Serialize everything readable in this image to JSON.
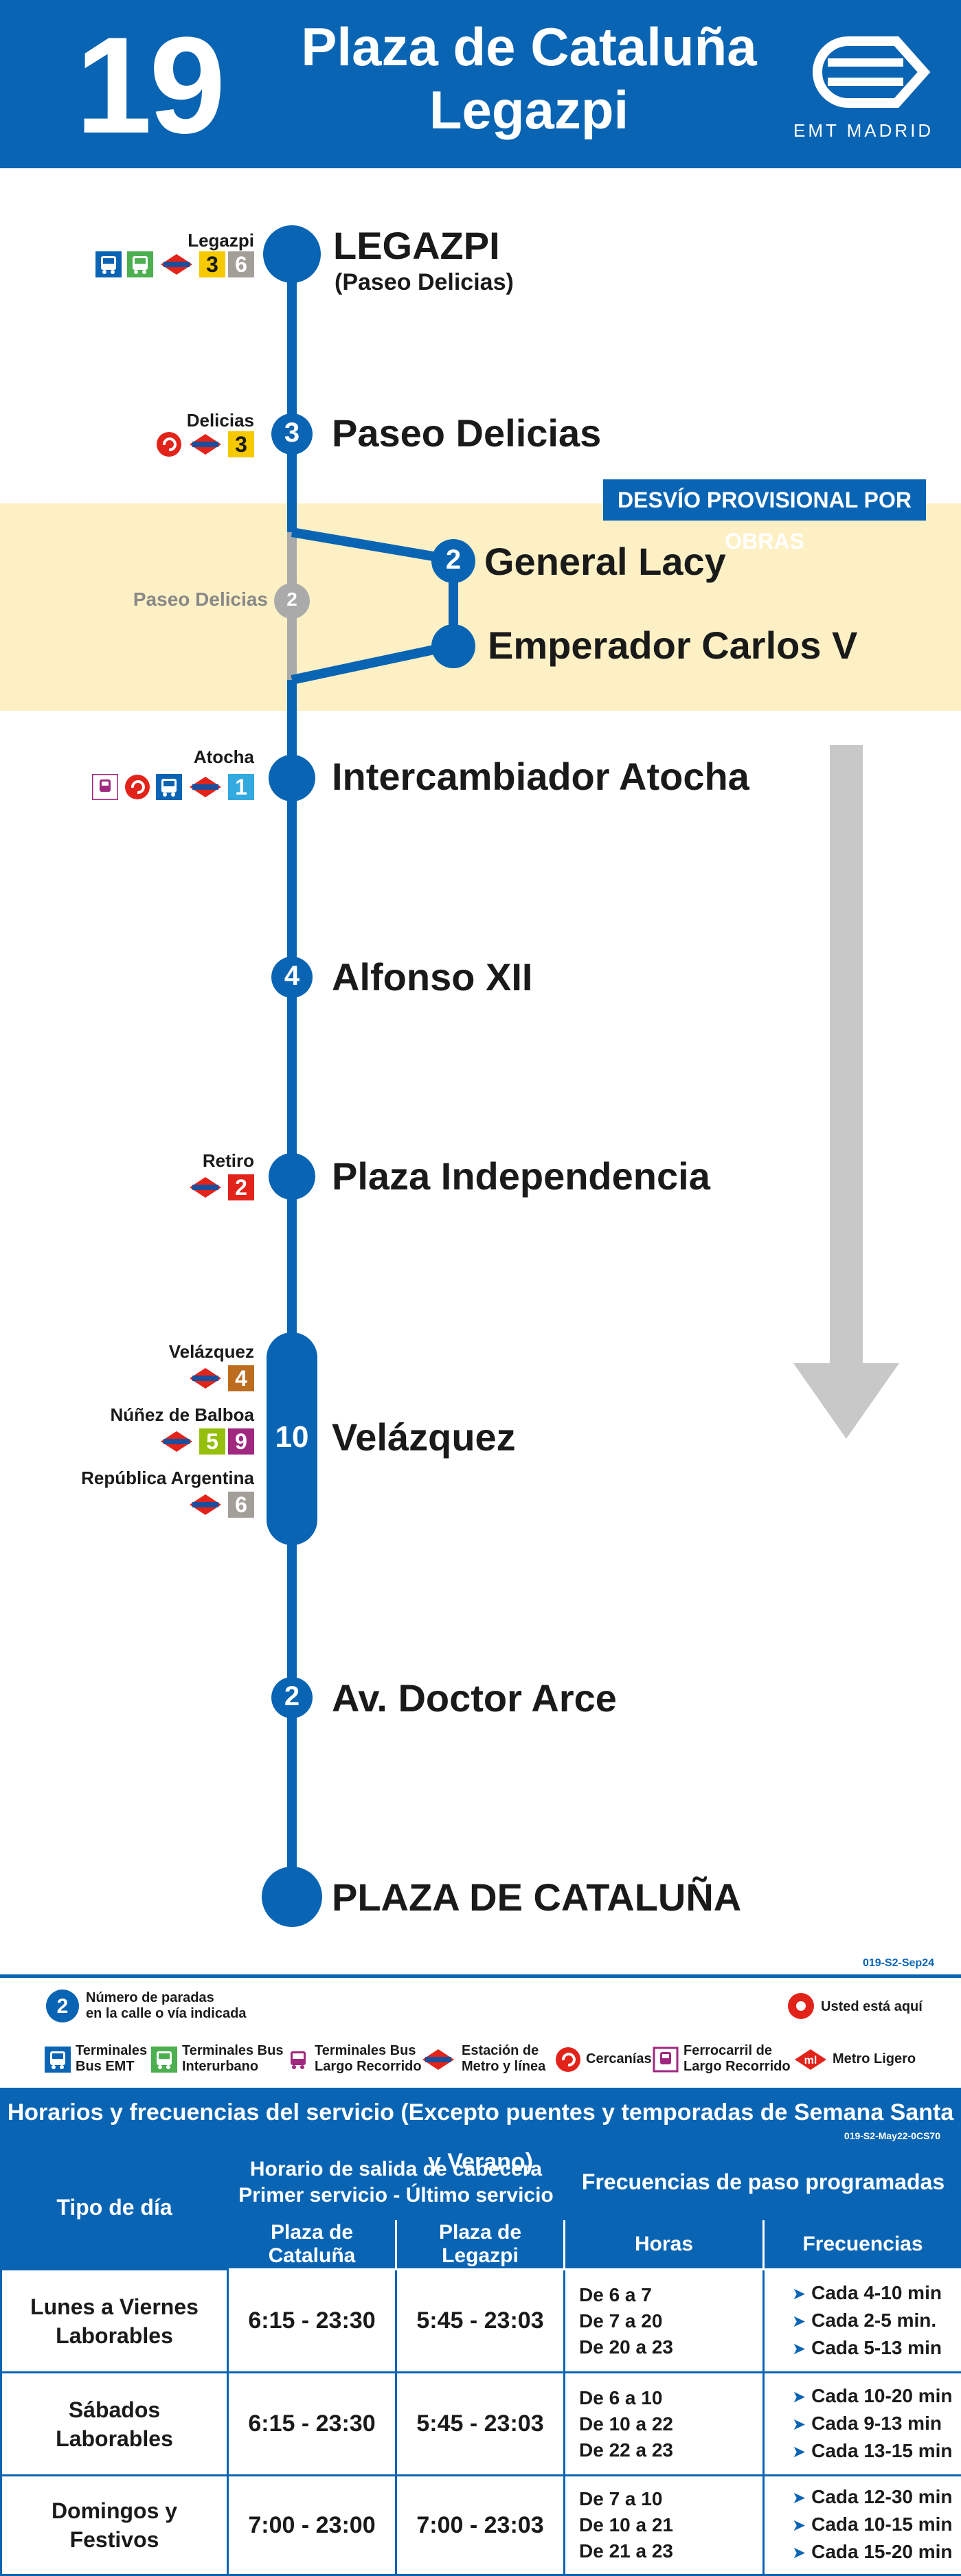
{
  "header": {
    "route_number": "19",
    "destination_line1": "Plaza de Cataluña",
    "destination_line2": "Legazpi",
    "brand": "EMT MADRID"
  },
  "colors": {
    "brand_blue": "#0a64b4",
    "detour_band": "#fdf0c5",
    "detour_gray": "#aaaaaa",
    "direction_arrow": "#c8c8c8",
    "metro_red": "#e2231a",
    "metro_line1": "#34a9e0",
    "metro_line2": "#e2231a",
    "metro_line3": "#f6c900",
    "metro_line4": "#bd6d1f",
    "metro_line5": "#96bf0d",
    "metro_line6": "#a29f99",
    "metro_line9": "#a0287e"
  },
  "stops": [
    {
      "name": "LEGAZPI",
      "sub": "(Paseo Delicias)",
      "count": "",
      "connections_label": "Legazpi",
      "lines": [
        "3",
        "6"
      ]
    },
    {
      "name": "Paseo Delicias",
      "sub": "",
      "count": "3",
      "connections_label": "Delicias",
      "lines": [
        "3"
      ]
    },
    {
      "name": "General Lacy",
      "sub": "",
      "count": "2",
      "connections_label": "",
      "lines": []
    },
    {
      "name": "Emperador Carlos V",
      "sub": "",
      "count": "",
      "connections_label": "",
      "lines": []
    },
    {
      "name": "Intercambiador Atocha",
      "sub": "",
      "count": "",
      "connections_label": "Atocha",
      "lines": [
        "1"
      ]
    },
    {
      "name": "Alfonso XII",
      "sub": "",
      "count": "4",
      "connections_label": "",
      "lines": []
    },
    {
      "name": "Plaza Independencia",
      "sub": "",
      "count": "",
      "connections_label": "Retiro",
      "lines": [
        "2"
      ]
    },
    {
      "name": "Velázquez",
      "sub": "",
      "count": "10",
      "connections_label": "",
      "lines": []
    },
    {
      "name": "Av. Doctor Arce",
      "sub": "",
      "count": "2",
      "connections_label": "",
      "lines": []
    },
    {
      "name": "PLAZA DE CATALUÑA",
      "sub": "",
      "count": "",
      "connections_label": "",
      "lines": []
    }
  ],
  "velazquez_connections": [
    {
      "label": "Velázquez",
      "lines": [
        "4"
      ]
    },
    {
      "label": "Núñez de Balboa",
      "lines": [
        "5",
        "9"
      ]
    },
    {
      "label": "República Argentina",
      "lines": [
        "6"
      ]
    }
  ],
  "detour": {
    "tag": "DESVÍO PROVISIONAL POR OBRAS",
    "skipped_stop": "Paseo Delicias",
    "skipped_count": "2"
  },
  "doc_code": "019-S2-Sep24",
  "legend": {
    "stop_count": "Número de paradas\nen la calle o vía indicada",
    "you_are_here": "Usted está aquí",
    "items": [
      "Terminales\nBus EMT",
      "Terminales Bus\nInterurbano",
      "Terminales Bus\nLargo Recorrido",
      "Estación de\nMetro y línea",
      "Cercanías",
      "Ferrocarril de\nLargo Recorrido",
      "Metro Ligero"
    ]
  },
  "schedule": {
    "title": "Horarios y frecuencias del servicio (Excepto puentes y temporadas de Semana Santa y Verano)",
    "code": "019-S2-May22-0CS70",
    "col_day_type": "Tipo de día",
    "col_departures": "Horario de salida de cabecera\nPrimer servicio - Último servicio",
    "col_frequencies": "Frecuencias de paso programadas",
    "sub_from_cataluna": "Plaza de Cataluña",
    "sub_from_legazpi": "Plaza de Legazpi",
    "sub_hours": "Horas",
    "sub_freq": "Frecuencias",
    "rows": [
      {
        "day": "Lunes a Viernes\nLaborables",
        "cataluna": "6:15 - 23:30",
        "legazpi": "5:45 - 23:03",
        "hours": [
          "De 6 a 7",
          "De 7 a 20",
          "De 20 a 23"
        ],
        "freqs": [
          "Cada 4-10 min",
          "Cada 2-5 min.",
          "Cada 5-13 min"
        ]
      },
      {
        "day": "Sábados\nLaborables",
        "cataluna": "6:15 - 23:30",
        "legazpi": "5:45 - 23:03",
        "hours": [
          "De 6 a 10",
          "De 10 a 22",
          "De 22 a 23"
        ],
        "freqs": [
          "Cada 10-20 min",
          "Cada 9-13 min",
          "Cada 13-15 min"
        ]
      },
      {
        "day": "Domingos y\nFestivos",
        "cataluna": "7:00 - 23:00",
        "legazpi": "7:00 - 23:03",
        "hours": [
          "De 7 a 10",
          "De 10 a 21",
          "De 21 a 23"
        ],
        "freqs": [
          "Cada 12-30 min",
          "Cada 10-15 min",
          "Cada 15-20 min"
        ]
      }
    ]
  }
}
